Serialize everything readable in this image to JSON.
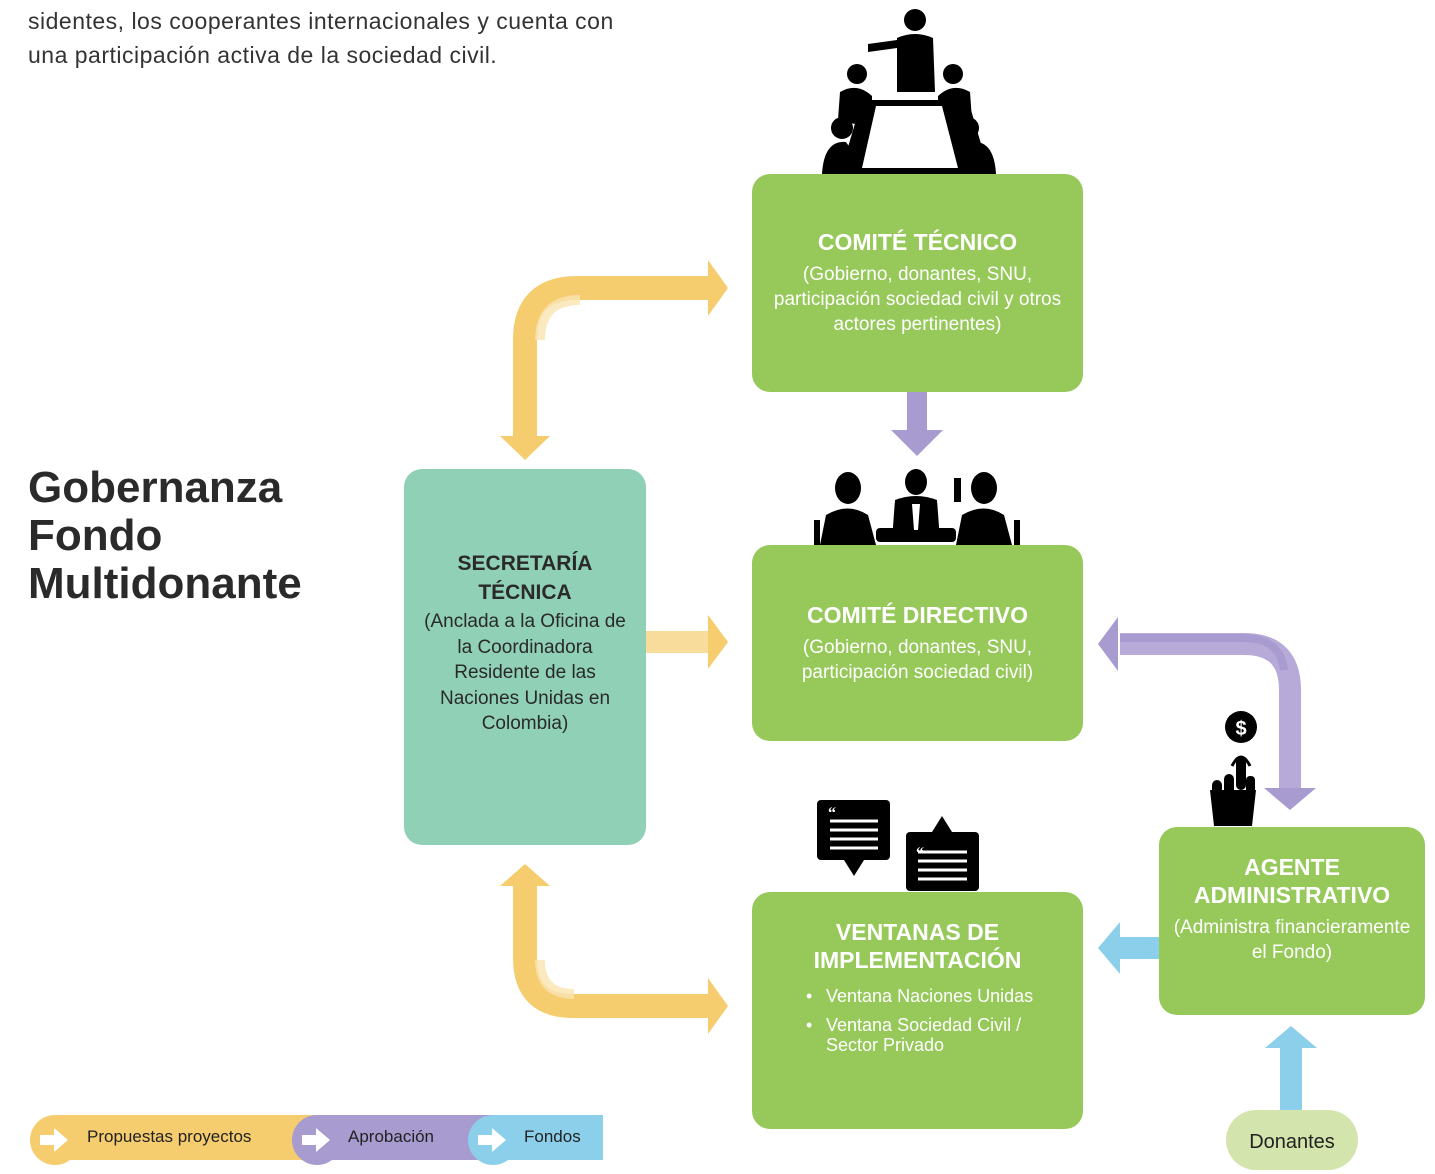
{
  "intro": {
    "line1": "sidentes, los cooperantes internacionales y cuenta con",
    "line2": "una participación activa de la sociedad civil."
  },
  "title": {
    "line1": "Gobernanza",
    "line2": "Fondo",
    "line3": "Multidonante"
  },
  "nodes": {
    "comite_tecnico": {
      "title": "COMITÉ TÉCNICO",
      "desc": "(Gobierno, donantes, SNU, participación sociedad civil y otros actores pertinentes)"
    },
    "comite_directivo": {
      "title": "COMITÉ DIRECTIVO",
      "desc": "(Gobierno, donantes, SNU, participación sociedad civil)"
    },
    "secretaria": {
      "title": "SECRETARÍA TÉCNICA",
      "desc": "(Anclada a la Oficina de la Coordinadora Residente de las Naciones Unidas en Colombia)"
    },
    "ventanas": {
      "title": "VENTANAS DE IMPLEMENTACIÓN",
      "items": [
        "Ventana Naciones Unidas",
        "Ventana Sociedad Civil / Sector Privado"
      ]
    },
    "agente": {
      "title": "AGENTE ADMINISTRATIVO",
      "desc": "(Administra financieramente el Fondo)"
    },
    "donantes": {
      "label": "Donantes"
    }
  },
  "legend": {
    "propuestas": "Propuestas proyectos",
    "aprobacion": "Aprobación",
    "fondos": "Fondos"
  },
  "colors": {
    "propuestas": "#f5cc6e",
    "aprobacion": "#a89bcf",
    "fondos": "#8ccfea",
    "box_green": "#96c95a",
    "box_teal": "#8fd0b6"
  },
  "icons": {
    "meeting_top": "meeting-table-icon",
    "meeting_mid": "board-meeting-icon",
    "chat": "speech-bubble-icon",
    "money_hand": "dollar-touch-icon"
  }
}
